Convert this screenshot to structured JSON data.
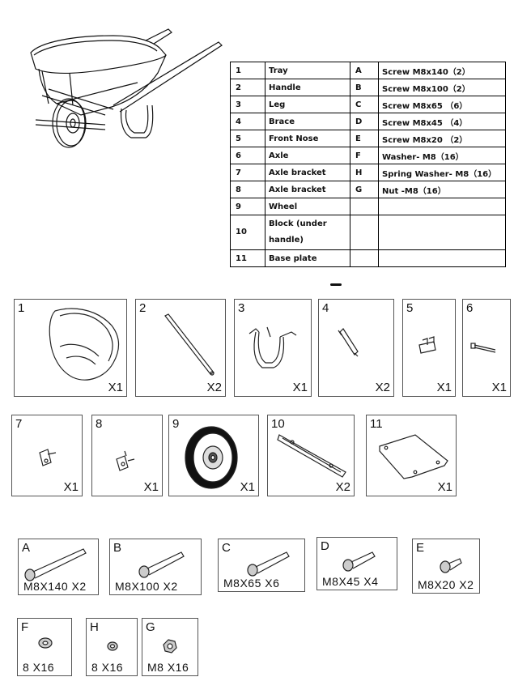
{
  "table": {
    "rows": [
      {
        "num": "1",
        "part": "Tray",
        "letter": "A",
        "hw": "Screw M8x140（2）"
      },
      {
        "num": "2",
        "part": "Handle",
        "letter": "B",
        "hw": "Screw M8x100（2）"
      },
      {
        "num": "3",
        "part": "Leg",
        "letter": "C",
        "hw": "Screw M8x65  （6）"
      },
      {
        "num": "4",
        "part": "Brace",
        "letter": "D",
        "hw": "Screw M8x45  （4）"
      },
      {
        "num": "5",
        "part": "Front Nose",
        "letter": "E",
        "hw": "Screw M8x20  （2）"
      },
      {
        "num": "6",
        "part": "Axle",
        "letter": "F",
        "hw": "Washer- M8（16）"
      },
      {
        "num": "7",
        "part": "Axle bracket",
        "letter": "H",
        "hw": "Spring Washer- M8（16）"
      },
      {
        "num": "8",
        "part": "Axle bracket",
        "letter": "G",
        "hw": "Nut -M8（16）"
      },
      {
        "num": "9",
        "part": "Wheel",
        "letter": "",
        "hw": ""
      },
      {
        "num": "10",
        "part": "Block (under handle)",
        "letter": "",
        "hw": ""
      },
      {
        "num": "11",
        "part": "Base plate",
        "letter": "",
        "hw": ""
      }
    ]
  },
  "components": [
    {
      "num": "1",
      "qty": "X1"
    },
    {
      "num": "2",
      "qty": "X2"
    },
    {
      "num": "3",
      "qty": "X1"
    },
    {
      "num": "4",
      "qty": "X2"
    },
    {
      "num": "5",
      "qty": "X1"
    },
    {
      "num": "6",
      "qty": "X1"
    },
    {
      "num": "7",
      "qty": "X1"
    },
    {
      "num": "8",
      "qty": "X1"
    },
    {
      "num": "9",
      "qty": "X1"
    },
    {
      "num": "10",
      "qty": "X2"
    },
    {
      "num": "11",
      "qty": "X1"
    }
  ],
  "hardware": [
    {
      "letter": "A",
      "spec": "M8X140  X2"
    },
    {
      "letter": "B",
      "spec": "M8X100  X2"
    },
    {
      "letter": "C",
      "spec": "M8X65  X6"
    },
    {
      "letter": "D",
      "spec": "M8X45  X4"
    },
    {
      "letter": "E",
      "spec": "M8X20  X2"
    },
    {
      "letter": "F",
      "spec": "8    X16"
    },
    {
      "letter": "H",
      "spec": "8   X16"
    },
    {
      "letter": "G",
      "spec": "M8   X16"
    }
  ],
  "icons": {
    "wheelbarrow": "wheelbarrow-illustration",
    "tray": "tray-part",
    "handle": "handle-part",
    "leg": "leg-part",
    "brace": "brace-part",
    "nose": "front-nose-part",
    "axle": "axle-part",
    "bracket": "axle-bracket-part",
    "wheel": "wheel-part",
    "block": "block-part",
    "plate": "base-plate-part",
    "screw": "screw-hardware",
    "washer": "washer-hardware",
    "nut": "nut-hardware"
  }
}
